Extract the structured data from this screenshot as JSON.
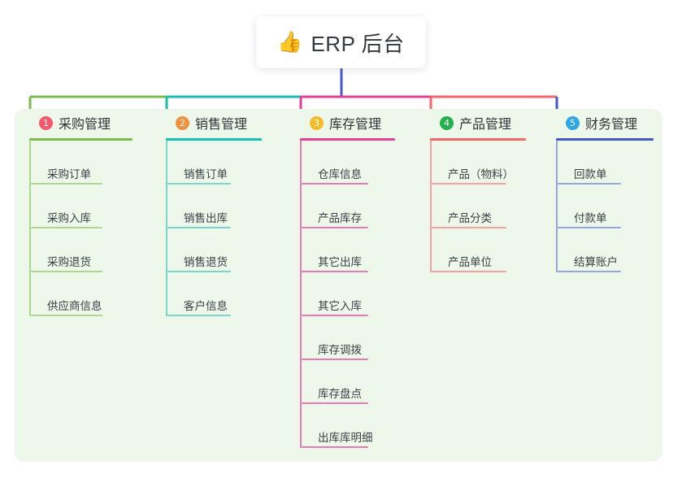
{
  "diagram": {
    "type": "mindmap",
    "root": {
      "icon": "thumbs-up-icon",
      "icon_glyph": "👍",
      "label": "ERP 后台"
    },
    "panel_color": "#eef8ea",
    "branches": [
      {
        "number": "1",
        "badge_color": "#f4596b",
        "line_color": "#7dbb4f",
        "light_color": "#aed68e",
        "title": "采购管理",
        "items": [
          "采购订单",
          "采购入库",
          "采购退货",
          "供应商信息"
        ]
      },
      {
        "number": "2",
        "badge_color": "#f2913d",
        "line_color": "#17bfae",
        "light_color": "#79d6cb",
        "title": "销售管理",
        "items": [
          "销售订单",
          "销售出库",
          "销售退货",
          "客户信息"
        ]
      },
      {
        "number": "3",
        "badge_color": "#f5bc2a",
        "line_color": "#e33f95",
        "light_color": "#ea7ab5",
        "title": "库存管理",
        "items": [
          "仓库信息",
          "产品库存",
          "其它出库",
          "其它入库",
          "库存调拨",
          "库存盘点",
          "出库库明细"
        ]
      },
      {
        "number": "4",
        "badge_color": "#22b14c",
        "line_color": "#f4666c",
        "light_color": "#f6a0a3",
        "title": "产品管理",
        "items": [
          "产品（物料）",
          "产品分类",
          "产品单位"
        ]
      },
      {
        "number": "5",
        "badge_color": "#2fa6e8",
        "line_color": "#4558c9",
        "light_color": "#93a6e0",
        "title": "财务管理",
        "items": [
          "回款单",
          "付款单",
          "结算账户"
        ]
      }
    ]
  }
}
